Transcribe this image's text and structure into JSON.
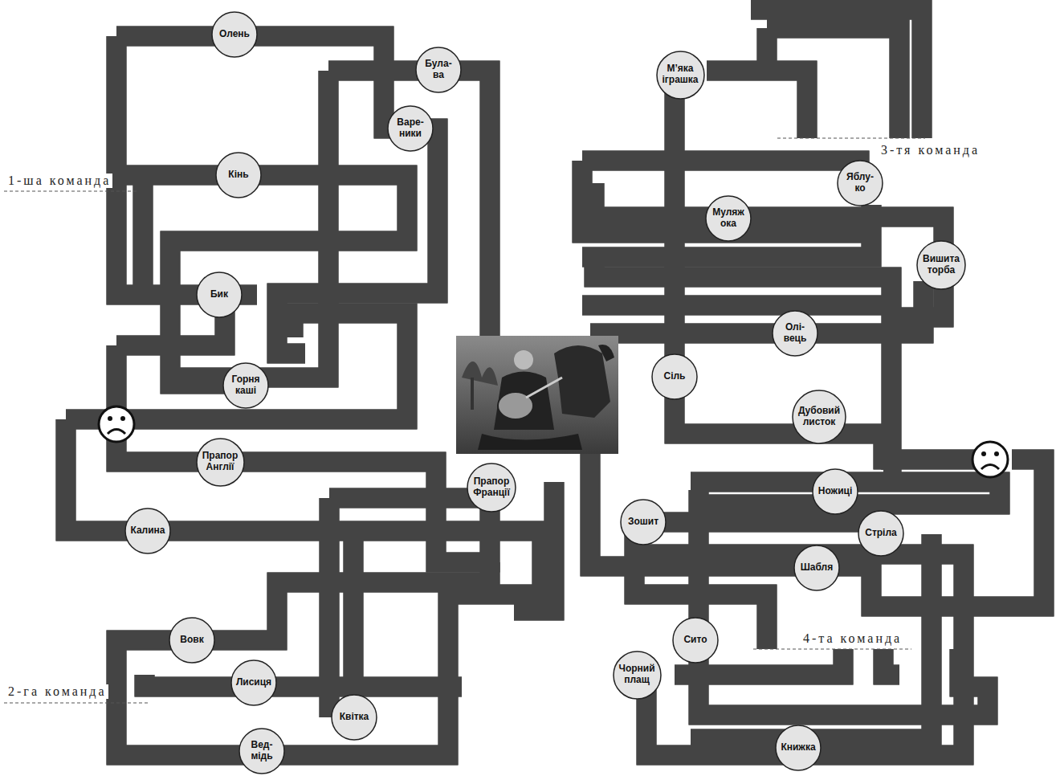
{
  "diagram": {
    "nodes": [
      {
        "text": [
          "Олень"
        ]
      },
      {
        "text": [
          "Була- ва"
        ]
      },
      {
        "text": [
          "Варе- ники"
        ]
      },
      {
        "text": [
          "Кінь"
        ]
      },
      {
        "text": [
          "Бик"
        ]
      },
      {
        "text": [
          "Горня каші"
        ]
      },
      {
        "text": [
          "Прапор Англії"
        ]
      },
      {
        "text": [
          "Прапор Франції"
        ]
      },
      {
        "text": [
          "Калина"
        ]
      },
      {
        "text": [
          "Вовк"
        ]
      },
      {
        "text": [
          "Лисиця"
        ]
      },
      {
        "text": [
          "Квітка"
        ]
      },
      {
        "text": [
          "Вед- мідь"
        ]
      },
      {
        "text": [
          "М’яка іграшка"
        ]
      },
      {
        "text": [
          "Яблу- ко"
        ]
      },
      {
        "text": [
          "Муляж ока"
        ]
      },
      {
        "text": [
          "Вишита торба"
        ]
      },
      {
        "text": [
          "Олі- вець"
        ]
      },
      {
        "text": [
          "Сіль"
        ]
      },
      {
        "text": [
          "Дубовий листок"
        ]
      },
      {
        "text": [
          "Ножиці"
        ]
      },
      {
        "text": [
          "Зошит"
        ]
      },
      {
        "text": [
          "Стріла"
        ]
      },
      {
        "text": [
          "Шабля"
        ]
      },
      {
        "text": [
          "Сито"
        ]
      },
      {
        "text": [
          "Чорний плащ"
        ]
      },
      {
        "text": [
          "Книжка"
        ]
      }
    ],
    "labels": [
      "1-ша команда",
      "2-га команда",
      "3-тя команда",
      "4-та команда"
    ]
  }
}
